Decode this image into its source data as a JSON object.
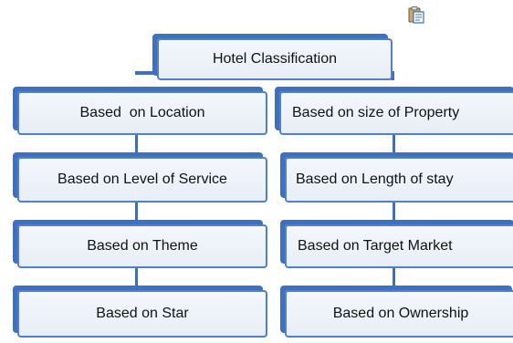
{
  "diagram": {
    "root": "Hotel Classification",
    "left": [
      "Based  on Location",
      "Based on Level of Service",
      "Based on Theme",
      "Based on Star"
    ],
    "right": [
      "Based on size of Property",
      "Based on Length of stay",
      "Based on Target Market",
      "Based on Ownership"
    ]
  },
  "colors": {
    "border": "#4f7fcf",
    "shadow": "#3f6fbf",
    "fill": "#eaf0f8",
    "text": "#111111"
  },
  "icons": {
    "top": "clipboard-paste-icon"
  }
}
